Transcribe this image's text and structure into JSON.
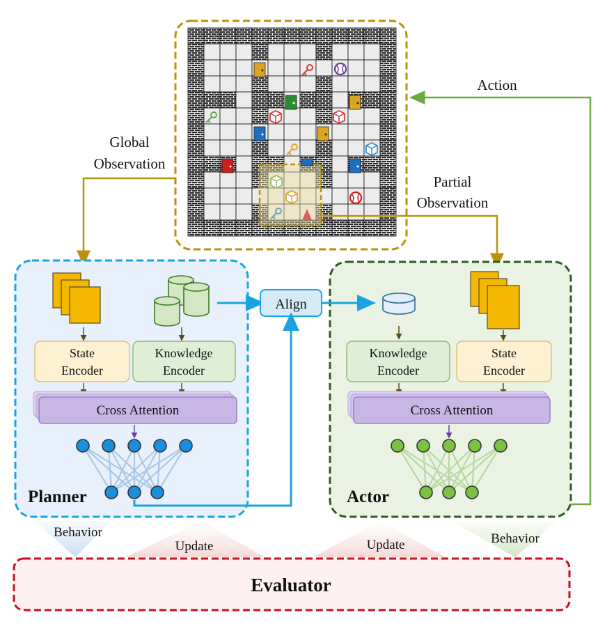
{
  "labels": {
    "global_observation_line1": "Global",
    "global_observation_line2": "Observation",
    "partial_observation_line1": "Partial",
    "partial_observation_line2": "Observation",
    "action": "Action",
    "align": "Align",
    "planner": "Planner",
    "actor": "Actor",
    "evaluator": "Evaluator",
    "behavior_left": "Behavior",
    "behavior_right": "Behavior",
    "update_left": "Update",
    "update_right": "Update"
  },
  "planner": {
    "state_encoder_line1": "State",
    "state_encoder_line2": "Encoder",
    "knowledge_encoder_line1": "Knowledge",
    "knowledge_encoder_line2": "Encoder",
    "cross_attention": "Cross Attention"
  },
  "actor": {
    "knowledge_encoder_line1": "Knowledge",
    "knowledge_encoder_line2": "Encoder",
    "state_encoder_line1": "State",
    "state_encoder_line2": "Encoder",
    "cross_attention": "Cross Attention"
  },
  "colors": {
    "observation_border": "#b8920a",
    "planner_border": "#1aa3e0",
    "planner_fill": "#e8f1fb",
    "actor_border": "#2f5a25",
    "actor_fill": "#eaf3e3",
    "evaluator_border": "#c1121f",
    "action_arrow": "#6aaa40",
    "align_arrow": "#1aa3e0",
    "cross_attention_fill": "#c8b7e4",
    "state_encoder_fill": "#fdf1d2",
    "knowledge_encoder_fill": "#dfefd6"
  }
}
